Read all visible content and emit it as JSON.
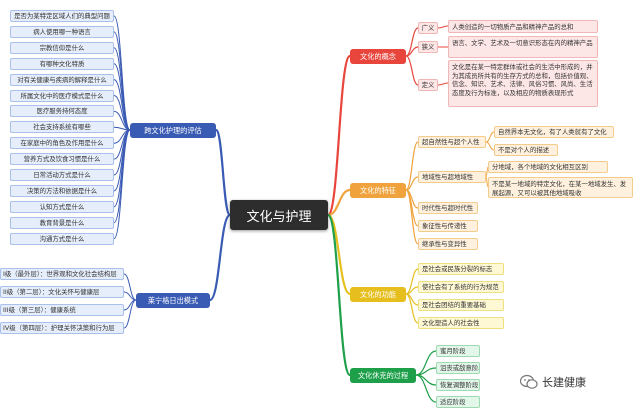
{
  "center_title": "文化与护理",
  "branches": {
    "assessment": {
      "label": "跨文化护理的评估",
      "color": "#3a5bb4",
      "items": [
        "是否为某特定区域人们的典型问题",
        "病人使用哪一种语言",
        "宗教信仰是什么",
        "有哪种文化特质",
        "对有关健康与疾病的解释是什么",
        "所属文化中的医疗模式是什么",
        "医疗服务持何态度",
        "社会支持系统有哪些",
        "在家庭中的角色及作用是什么",
        "营养方式及饮食习惯是什么",
        "日常活动方式是什么",
        "决策的方法和依据是什么",
        "认知方式是什么",
        "教育背景是什么",
        "沟通方式是什么"
      ]
    },
    "sunrise": {
      "label": "莱宁格日出模式",
      "color": "#3a5bb4",
      "items": [
        "I级（最外层）：世界观和文化社会结构层",
        "II级（第二层）：文化关怀与健康层",
        "III级（第三层）：健康系统",
        "IV级（第四层）：护理关怀决策和行为层"
      ]
    },
    "concept": {
      "label": "文化的概念",
      "color": "#e8453c",
      "tags": [
        "广义",
        "狭义",
        "定义"
      ],
      "texts": [
        "人类创造的一切物质产品和精神产品的总和",
        "语言、文学、艺术及一切意识形态在内的精神产品",
        "文化是在某一特定群体或社会的生活中形成的，并为其成员所共有的生存方式的总和，包括价值观、信念、知识、艺术、法律、风俗习惯、风尚、生活态度及行为标准，以及相应的物质表现形式"
      ]
    },
    "features": {
      "label": "文化的特征",
      "color": "#f0a33d",
      "items": [
        "超自然性与超个人性",
        "地域性与超地域性",
        "时代性与超时代性",
        "象征性与传递性",
        "继承性与变异性"
      ],
      "sub": [
        "自然界本无文化，有了人类就有了文化",
        "不是对个人的描述",
        "分地域，各个地域的文化相互区别",
        "不是某一地域的特定文化，在某一地域发生、发展起源，又可以被其他地域吸收"
      ]
    },
    "function": {
      "label": "文化的功能",
      "color": "#e6bf1f",
      "items": [
        "是社会或民族分裂的标志",
        "使社会有了系统的行为规范",
        "是社会团结的重要基础",
        "文化塑造人的社会性"
      ]
    },
    "shock": {
      "label": "文化休克的过程",
      "color": "#1ea04a",
      "items": [
        "蜜月阶段",
        "沮丧或敌意阶段",
        "恢复调整阶段",
        "适应阶段"
      ]
    }
  },
  "watermark": {
    "text": "长建健康"
  }
}
